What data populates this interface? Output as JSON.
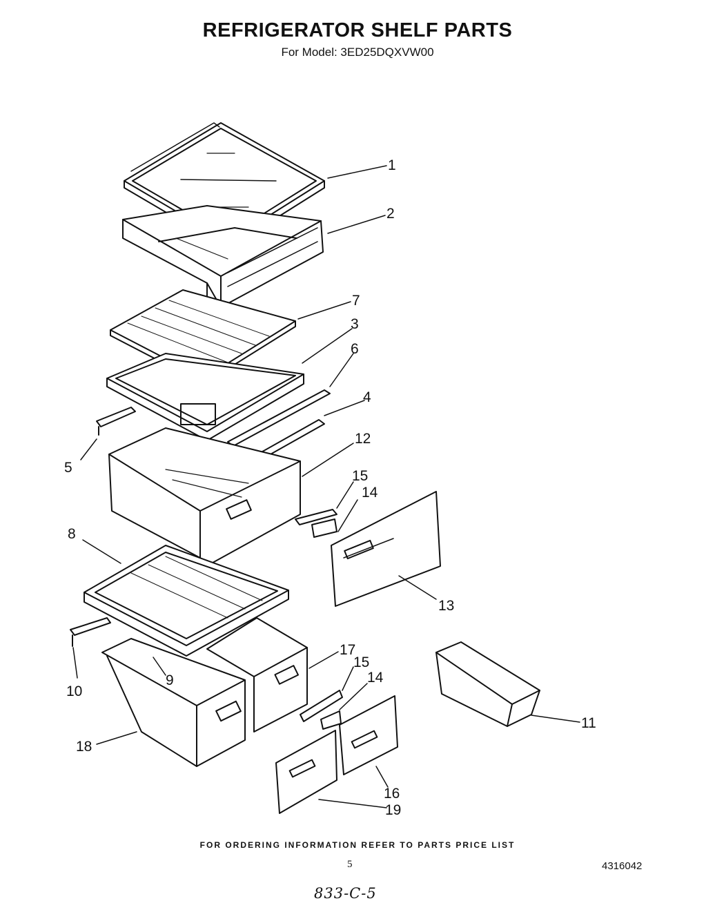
{
  "title": "REFRIGERATOR SHELF PARTS",
  "subtitle": "For Model: 3ED25DQXVW00",
  "callouts": {
    "c1": "1",
    "c2": "2",
    "c3": "3",
    "c4": "4",
    "c5": "5",
    "c6": "6",
    "c7": "7",
    "c8": "8",
    "c9": "9",
    "c10": "10",
    "c11": "11",
    "c12": "12",
    "c13": "13",
    "c14a": "14",
    "c14b": "14",
    "c15a": "15",
    "c15b": "15",
    "c16": "16",
    "c17": "17",
    "c18": "18",
    "c19": "19"
  },
  "footer": {
    "note": "FOR ORDERING INFORMATION REFER TO PARTS PRICE LIST",
    "page_number": "5",
    "document_number": "4316042",
    "handwritten_code": "833-C-5"
  }
}
